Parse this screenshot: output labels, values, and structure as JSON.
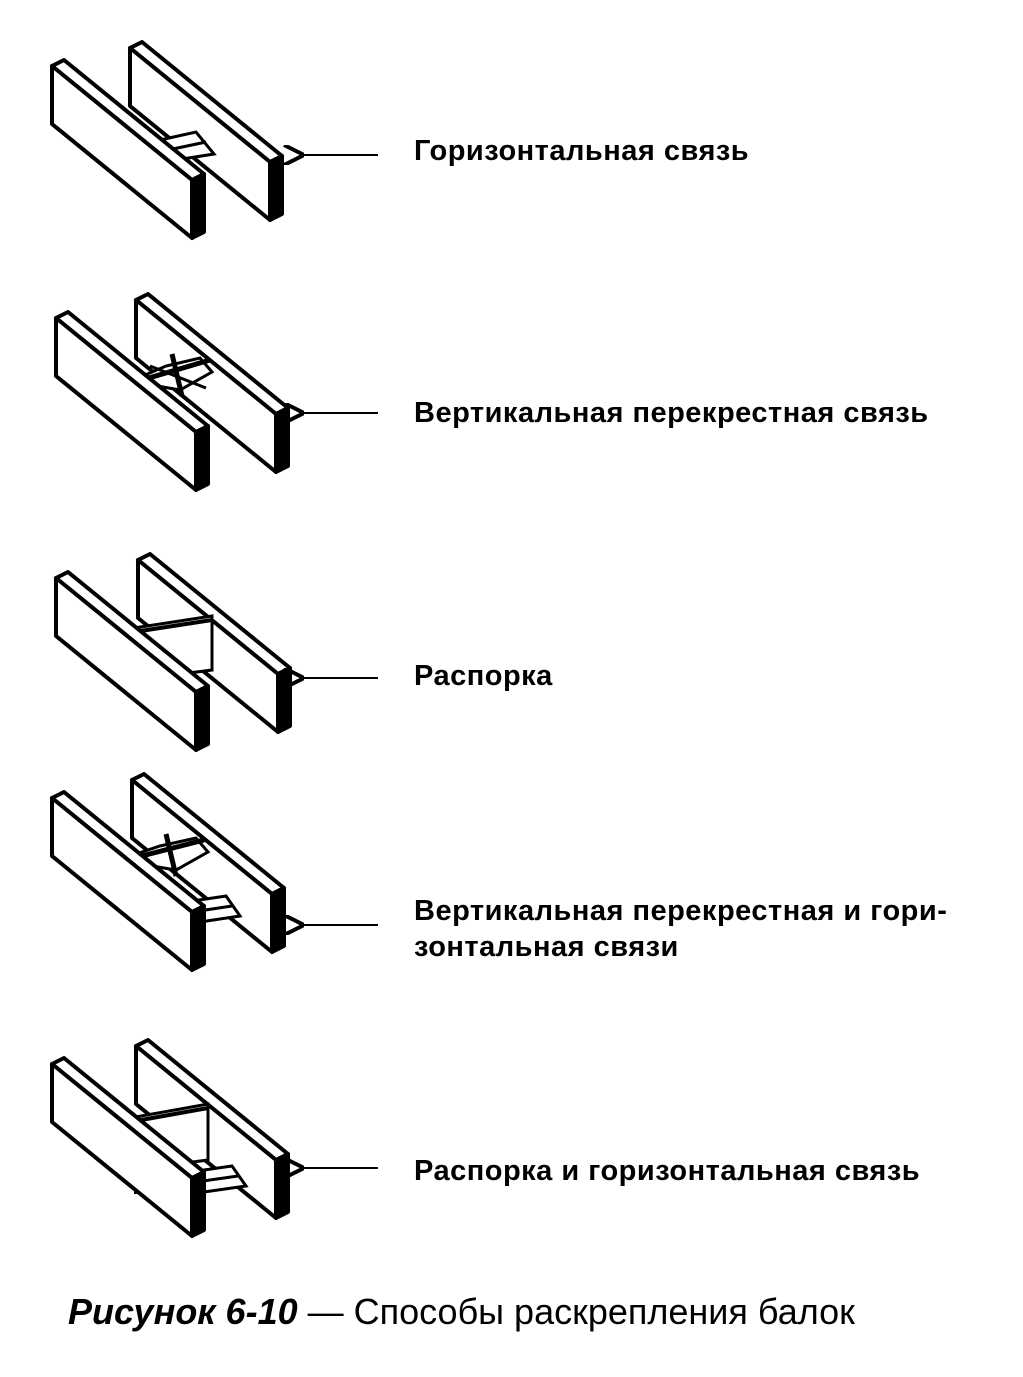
{
  "labels": {
    "horizontal": "Горизонтальная связь",
    "vertical_cross": "Вертикальная перекрестная связь",
    "strut": "Распорка",
    "vertical_cross_and_horizontal_line1": "Вертикальная перекрестная и гори-",
    "vertical_cross_and_horizontal_line2": "зонтальная связи",
    "strut_and_horizontal": "Распорка и горизонтальная связь"
  },
  "caption": {
    "number": "Рисунок 6-10",
    "separator": " — ",
    "text": "Способы раскрепления балок"
  }
}
